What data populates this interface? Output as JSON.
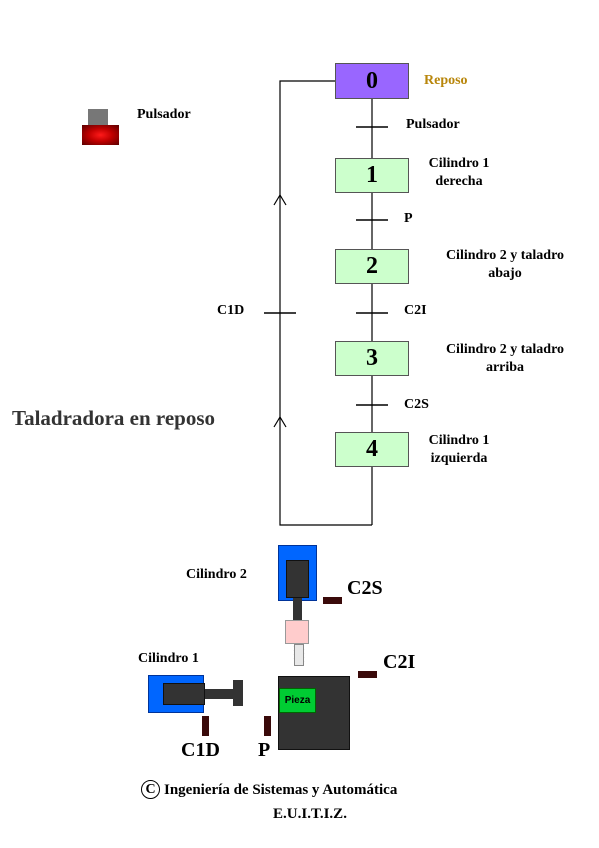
{
  "grafcet": {
    "steps": [
      {
        "number": "0",
        "action": "Reposo",
        "initial": true
      },
      {
        "number": "1",
        "action_line1": "Cilindro 1",
        "action_line2": "derecha"
      },
      {
        "number": "2",
        "action_line1": "Cilindro 2 y taladro",
        "action_line2": "abajo"
      },
      {
        "number": "3",
        "action_line1": "Cilindro 2 y taladro",
        "action_line2": "arriba"
      },
      {
        "number": "4",
        "action_line1": "Cilindro 1",
        "action_line2": "izquierda"
      }
    ],
    "transitions": [
      "Pulsador",
      "P",
      "C2I",
      "C2S"
    ],
    "return_transition": "C1D",
    "state_label": "Taladradora en reposo"
  },
  "controls": {
    "pushbutton_label": "Pulsador"
  },
  "machine": {
    "cylinder2_label": "Cilindro 2",
    "cylinder1_label": "Cilindro 1",
    "piece_label": "Pieza",
    "sensors": {
      "c2s": "C2S",
      "c2i": "C2I",
      "c1d": "C1D",
      "p": "P"
    }
  },
  "footer": {
    "copyright_symbol": "C",
    "line1": "Ingeniería de Sistemas y Automática",
    "line2": "E.U.I.T.I.Z."
  },
  "colors": {
    "initial_step": "#9966ff",
    "step_fill": "#ccffcc",
    "reposo_text": "#b8860b",
    "cylinder_body": "#0066ff",
    "piece": "#00cc33",
    "sensor": "#3a0a0a"
  }
}
